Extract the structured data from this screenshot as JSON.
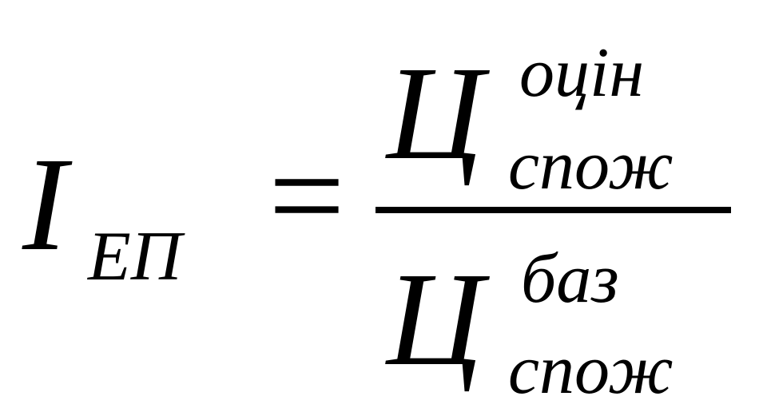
{
  "formula": {
    "lhs": {
      "symbol": "I",
      "subscript": "ЕП"
    },
    "operator": "=",
    "numerator": {
      "symbol": "Ц",
      "superscript": "оцін",
      "subscript": "спож"
    },
    "denominator": {
      "symbol": "Ц",
      "superscript": "баз",
      "subscript": "спож"
    }
  }
}
